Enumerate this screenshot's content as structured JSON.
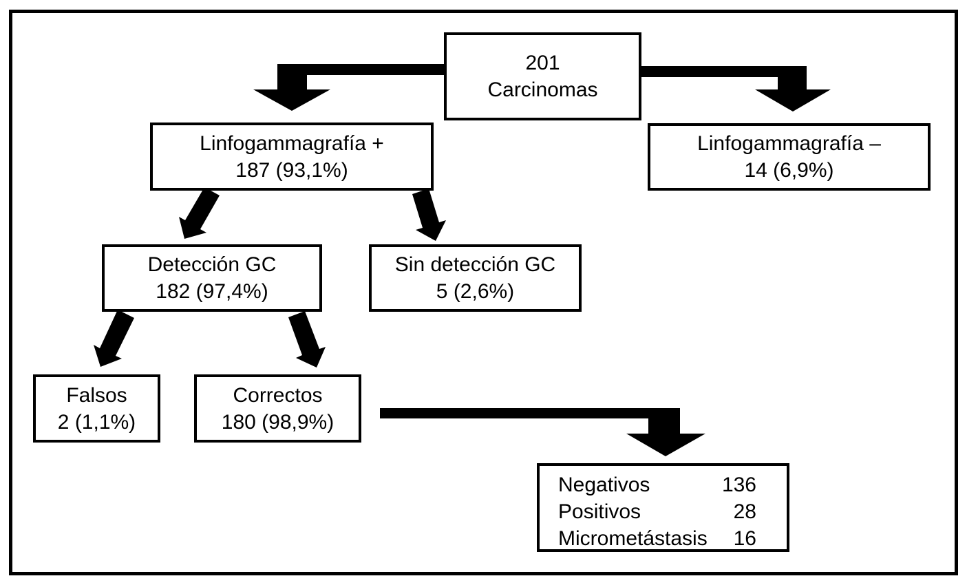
{
  "diagram": {
    "colors": {
      "ink": "#000000",
      "paper": "#ffffff"
    },
    "nodes": {
      "carcinomas": {
        "line1": "201",
        "line2": "Carcinomas"
      },
      "linfo_pos": {
        "line1": "Linfogammagrafía +",
        "line2": "187 (93,1%)"
      },
      "linfo_neg": {
        "line1": "Linfogammagrafía –",
        "line2": "14 (6,9%)"
      },
      "deteccion": {
        "line1": "Detección GC",
        "line2": "182 (97,4%)"
      },
      "sin_deteccion": {
        "line1": "Sin detección GC",
        "line2": "5 (2,6%)"
      },
      "falsos": {
        "line1": "Falsos",
        "line2": "2 (1,1%)"
      },
      "correctos": {
        "line1": "Correctos",
        "line2": "180 (98,9%)"
      },
      "resultados": {
        "rows": [
          {
            "label": "Negativos",
            "value": "136"
          },
          {
            "label": "Positivos",
            "value": "28"
          },
          {
            "label": "Micrometástasis",
            "value": "16"
          }
        ]
      }
    },
    "edges": [
      {
        "from": "carcinomas",
        "to": "linfo_pos"
      },
      {
        "from": "carcinomas",
        "to": "linfo_neg"
      },
      {
        "from": "linfo_pos",
        "to": "deteccion"
      },
      {
        "from": "linfo_pos",
        "to": "sin_deteccion"
      },
      {
        "from": "deteccion",
        "to": "falsos"
      },
      {
        "from": "deteccion",
        "to": "correctos"
      },
      {
        "from": "correctos",
        "to": "resultados"
      }
    ]
  }
}
